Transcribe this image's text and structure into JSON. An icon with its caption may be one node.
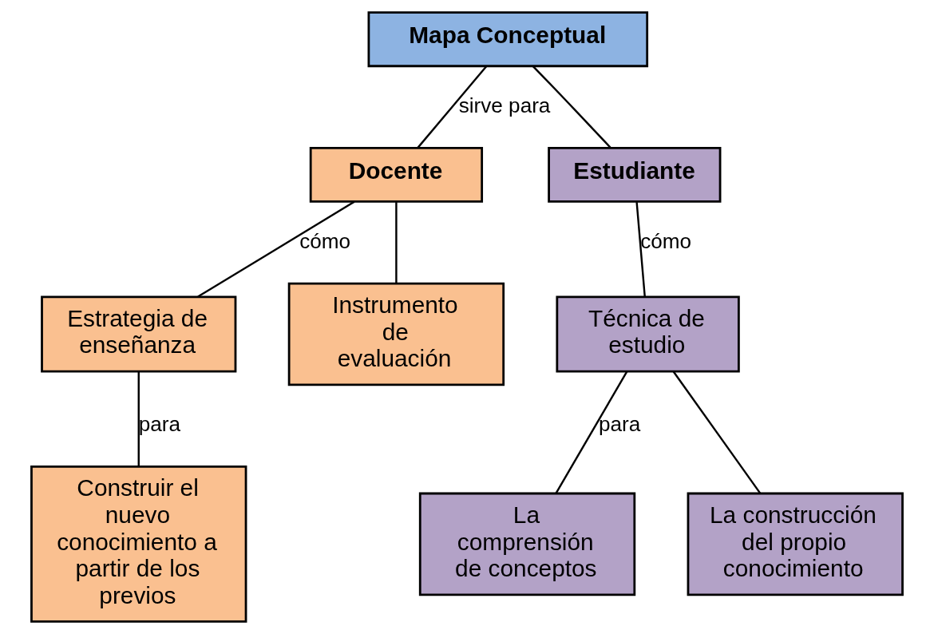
{
  "diagram": {
    "nodes": [
      {
        "text": [
          "Mapa Conceptual"
        ]
      },
      {
        "text": [
          "Docente"
        ]
      },
      {
        "text": [
          "Estudiante"
        ]
      },
      {
        "text": [
          "Estrategia de enseñanza"
        ]
      },
      {
        "text": [
          "Instrumento de evaluación"
        ]
      },
      {
        "text": [
          "Construir el nuevo conocimiento a partir de los previos"
        ]
      },
      {
        "text": [
          "Técnica de estudio"
        ]
      },
      {
        "text": [
          "La comprensión de conceptos"
        ]
      },
      {
        "text": [
          "La construcción del propio conocimiento"
        ]
      }
    ],
    "edges": [
      {
        "from": 0,
        "to": 1,
        "arrow": "none",
        "label": "sirve para"
      },
      {
        "from": 0,
        "to": 2,
        "arrow": "none"
      },
      {
        "from": 1,
        "to": 3,
        "arrow": "none",
        "label": "cómo"
      },
      {
        "from": 1,
        "to": 4,
        "arrow": "none"
      },
      {
        "from": 3,
        "to": 5,
        "arrow": "none",
        "label": "para"
      },
      {
        "from": 2,
        "to": 6,
        "arrow": "none",
        "label": "cómo"
      },
      {
        "from": 6,
        "to": 7,
        "arrow": "none",
        "label": "para"
      },
      {
        "from": 6,
        "to": 8,
        "arrow": "none"
      }
    ]
  }
}
